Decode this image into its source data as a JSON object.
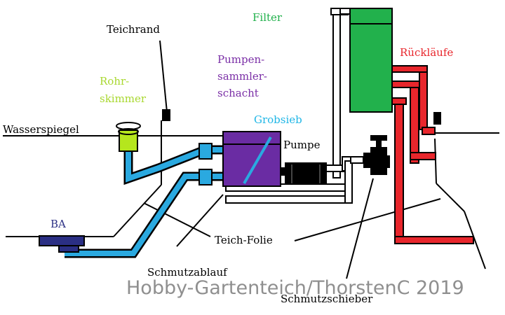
{
  "labels": {
    "teichrand": "Teichrand",
    "filter": "Filter",
    "ruecklaeufe": "Rückläufe",
    "rohrskimmer_1": "Rohr-",
    "rohrskimmer_2": "skimmer",
    "pumpensammlerschacht_1": "Pumpen-",
    "pumpensammlerschacht_2": "sammler-",
    "pumpensammlerschacht_3": "schacht",
    "wasserspiegel": "Wasserspiegel",
    "grobsieb": "Grobsieb",
    "pumpe": "Pumpe",
    "ba": "BA",
    "teich_folie": "Teich-Folie",
    "schmutzablauf": "Schmutzablauf",
    "schmutzschieber": "Schmutzschieber"
  },
  "watermark": "Hobby-Gartenteich/ThorstenC 2019",
  "colors": {
    "blue_pipe": "#2aa9e0",
    "red_pipe": "#e8262c",
    "filter_green": "#22b14c",
    "skimmer_green": "#b5e61d",
    "shaft_purple": "#6a2ca3",
    "ba_navy": "#2b2f84",
    "label_green": "#22b14c",
    "label_red": "#e8262c",
    "label_purple": "#7a2ea6",
    "label_cyan": "#1fb6e6",
    "label_lime": "#a9d830",
    "label_navy": "#2b2f84"
  }
}
